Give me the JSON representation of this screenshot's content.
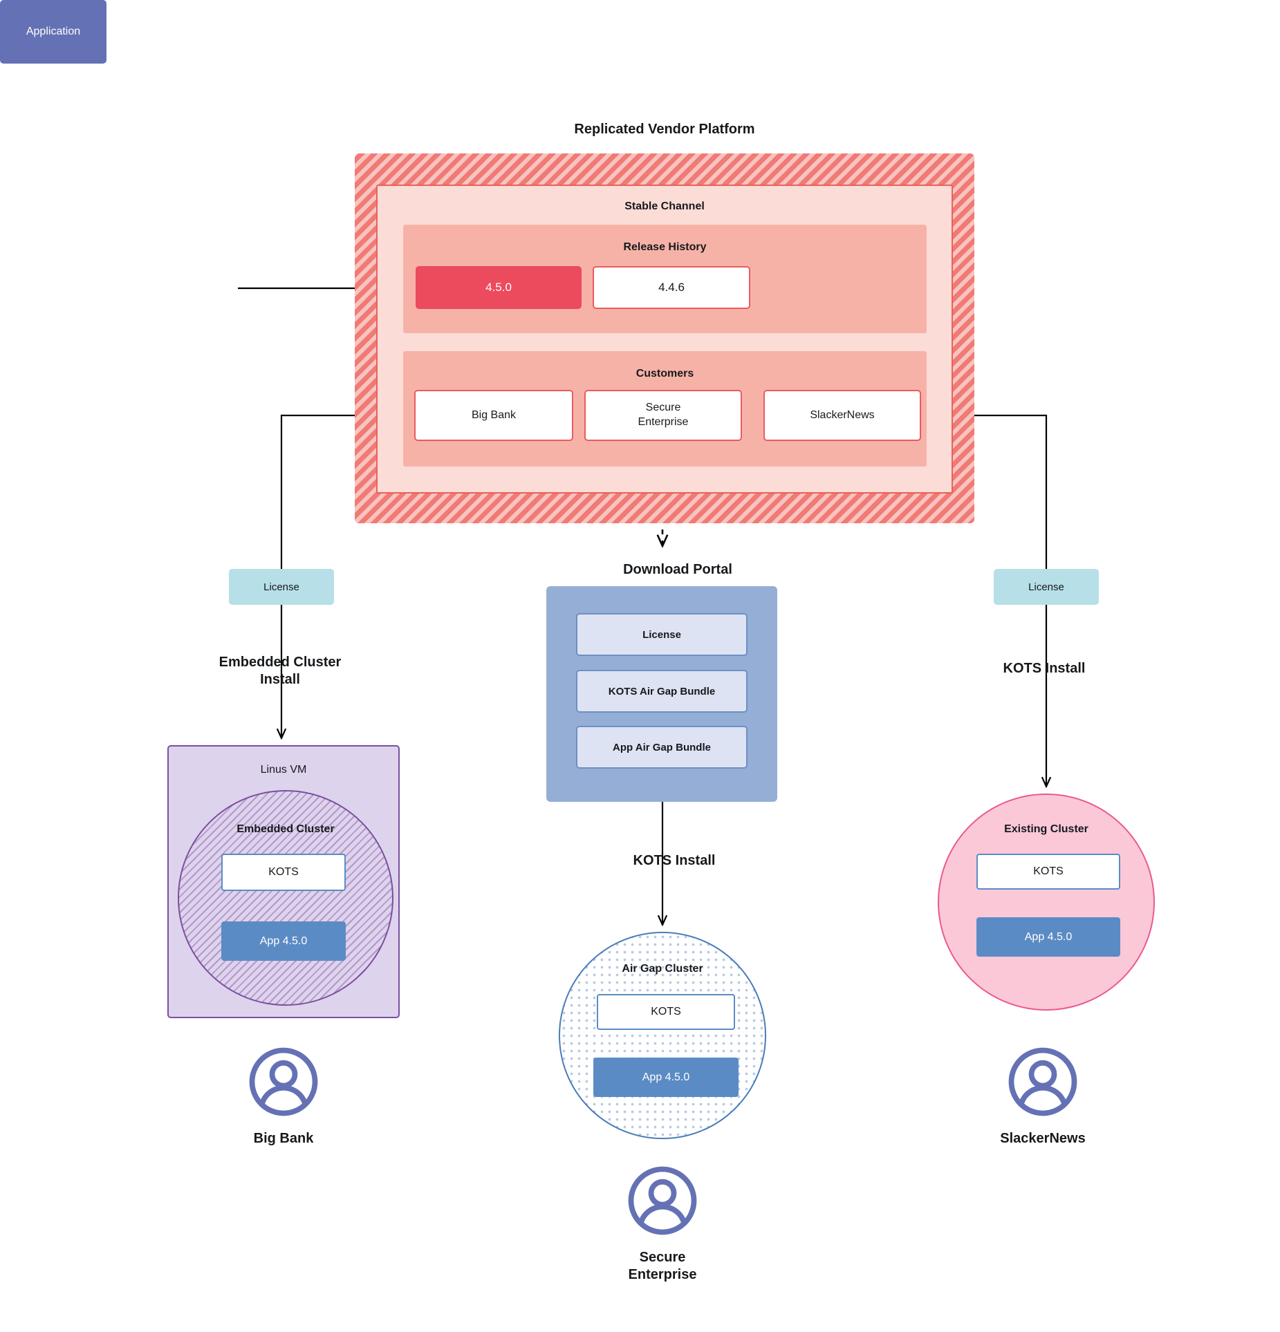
{
  "diagram": {
    "title": "Replicated Vendor Platform",
    "application_node": {
      "label": "Application"
    },
    "platform": {
      "channel_title": "Stable Channel",
      "release_history": {
        "title": "Release History",
        "releases": [
          {
            "version": "4.5.0",
            "state": "current"
          },
          {
            "version": "4.4.6",
            "state": "previous"
          }
        ]
      },
      "customers": {
        "title": "Customers",
        "items": [
          {
            "name": "Big Bank"
          },
          {
            "name": "Secure\nEnterprise"
          },
          {
            "name": "SlackerNews"
          }
        ]
      }
    },
    "licenses": [
      {
        "label": "License",
        "side": "left"
      },
      {
        "label": "License",
        "side": "right"
      }
    ],
    "install_labels": {
      "embedded": "Embedded Cluster\nInstall",
      "kots_right": "KOTS Install",
      "kots_middle": "KOTS Install"
    },
    "download_portal": {
      "title": "Download  Portal",
      "items": [
        {
          "label": "License"
        },
        {
          "label": "KOTS Air Gap Bundle"
        },
        {
          "label": "App Air Gap Bundle"
        }
      ]
    },
    "targets": {
      "vm": {
        "title": "Linus VM",
        "cluster_title": "Embedded Cluster",
        "kots_label": "KOTS",
        "app_label": "App 4.5.0"
      },
      "airgap": {
        "title": "Air Gap Cluster",
        "kots_label": "KOTS",
        "app_label": "App 4.5.0"
      },
      "existing": {
        "title": "Existing Cluster",
        "kots_label": "KOTS",
        "app_label": "App 4.5.0"
      }
    },
    "personas": [
      {
        "name": "Big Bank"
      },
      {
        "name": "Secure\nEnterprise"
      },
      {
        "name": "SlackerNews"
      }
    ],
    "colors": {
      "platform_hatch": "#f07a74",
      "channel_panel": "#fbdcd7",
      "band": "#f7b2a8",
      "release_current": "#eb4b5d",
      "application": "#6571b5",
      "license_chip": "#b6dfe7",
      "portal": "#94aed6",
      "portal_item": "#dde3f3",
      "vm": "#ded3ec",
      "vm_border": "#7b4fa0",
      "app_box": "#5b8bc4",
      "existing_cluster": "#fbc8d8",
      "existing_border": "#ec588f",
      "airgap_border": "#4a7cba",
      "persona": "#6571b5"
    }
  }
}
